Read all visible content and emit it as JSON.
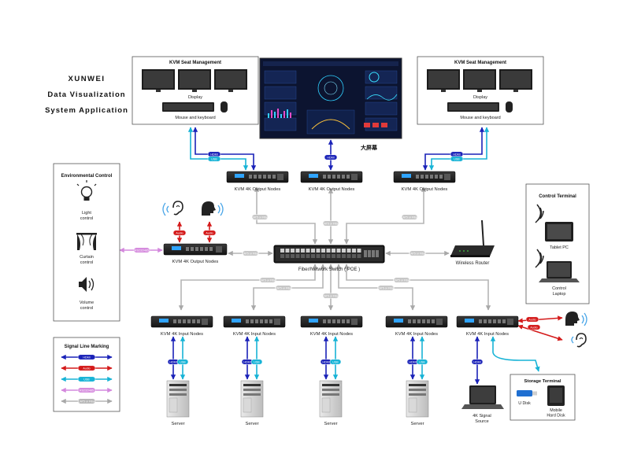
{
  "brand": {
    "line1": "XUNWEI",
    "line2": "Data Visualization",
    "line3": "System Application"
  },
  "big_screen_label": "大屏幕",
  "seat_mgmt": {
    "title": "KVM Seat Management",
    "display_label": "Display",
    "input_label": "Mouse and keyboard"
  },
  "output_node_label": "KVM 4K Output Nodes",
  "input_node_label": "KVM 4K Input Nodes",
  "switch_label": "Fiber/Network Switch ( POE )",
  "router_label": "Wireless Router",
  "server_label": "Server",
  "signal_source_label": "4K Signal Source",
  "env_control": {
    "title": "Environmental Control",
    "items": [
      "Light control",
      "Curtain control",
      "Volume control"
    ]
  },
  "control_terminal": {
    "title": "Control Terminal",
    "items": [
      "Tablet PC",
      "Control Laptop"
    ]
  },
  "storage_terminal": {
    "title": "Storage Terminal",
    "items": [
      "U Disk",
      "Mobile Hard Disk"
    ]
  },
  "signal_legend": {
    "title": "Signal Line Marking",
    "items": [
      {
        "label": "HDMI",
        "color": "#1a22b8"
      },
      {
        "label": "Audio",
        "color": "#d41a1a"
      },
      {
        "label": "USB",
        "color": "#17b3d6"
      },
      {
        "label": "RS232/485",
        "color": "#d488dd"
      },
      {
        "label": "CAT5 or Fiber",
        "color": "#b5b5b5"
      }
    ]
  },
  "pill_labels": {
    "hdmi": "HDMI",
    "usb": "USB",
    "audio": "Audio",
    "cat": "CAT5 or Fiber",
    "rs": "RS232/485"
  },
  "colors": {
    "hdmi": "#1a22b8",
    "audio": "#d41a1a",
    "usb": "#17b3d6",
    "rs": "#d488dd",
    "cat": "#b5b5b5",
    "device": "#1c1c1c",
    "dashboard": "#0c1430"
  },
  "icons": [
    "light-bulb-icon",
    "curtain-icon",
    "speaker-icon",
    "ear-icon",
    "speaking-head-icon",
    "wifi-icon",
    "router-icon",
    "tablet-icon",
    "laptop-icon",
    "server-icon",
    "usb-disk-icon",
    "hard-disk-icon"
  ]
}
